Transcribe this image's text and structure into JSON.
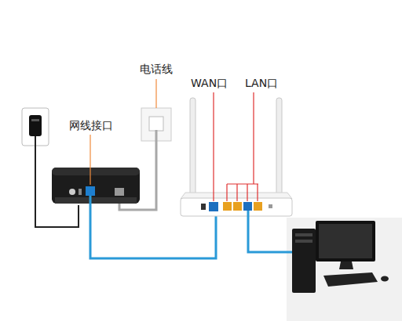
{
  "diagram": {
    "labels": [
      "电话线",
      "WAN口",
      "LAN口",
      "网线接口"
    ]
  }
}
